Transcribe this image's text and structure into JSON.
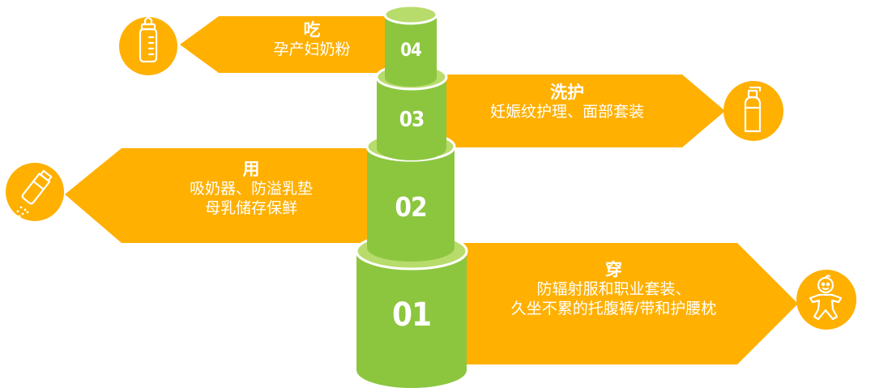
{
  "colors": {
    "arrow": "#FFB000",
    "cylinder_side": "#8CC63F",
    "cylinder_top": "#B7DC6B",
    "text": "#FFFFFF"
  },
  "items": [
    {
      "number": "01",
      "title": "穿",
      "lines": [
        "防辐射服和职业套装、",
        "久坐不累的托腹裤/带和护腰枕"
      ],
      "icon": "baby-icon"
    },
    {
      "number": "02",
      "title": "用",
      "lines": [
        "吸奶器、防溢乳垫",
        "母乳储存保鲜"
      ],
      "icon": "breast-pump-icon"
    },
    {
      "number": "03",
      "title": "洗护",
      "lines": [
        "妊娠纹护理、面部套装"
      ],
      "icon": "lotion-bottle-icon"
    },
    {
      "number": "04",
      "title": "吃",
      "lines": [
        "孕产妇奶粉"
      ],
      "icon": "milk-bottle-icon"
    }
  ]
}
